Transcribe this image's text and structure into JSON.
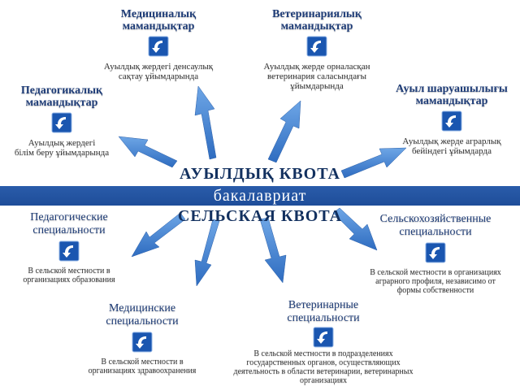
{
  "center": {
    "kz_title": "АУЫЛДЫҚ КВОТА",
    "subtitle": "бакалавриат",
    "ru_title": "СЕЛЬСКАЯ КВОТА"
  },
  "kz_nodes": {
    "medical": {
      "title_l1": "Медициналық",
      "title_l2": "мамандықтар",
      "desc_l1": "Ауылдық жердегі денсаулық",
      "desc_l2": "сақтау ұйымдарында"
    },
    "veterinary": {
      "title_l1": "Ветеринариялық",
      "title_l2": "мамандықтар",
      "desc_l1": "Ауылдық жерде орналасқан",
      "desc_l2": "ветеринария саласындағы",
      "desc_l3": "ұйымдарында"
    },
    "pedagogical": {
      "title_l1": "Педагогикалық",
      "title_l2": "мамандықтар",
      "desc_l1": "Ауылдық жердегі",
      "desc_l2": "білім беру ұйымдарында"
    },
    "agricultural": {
      "title_l1": "Ауыл шаруашылығы",
      "title_l2": "мамандықтар",
      "desc_l1": "Ауылдық жерде аграрлық",
      "desc_l2": "бейіндегі ұйымдарда"
    }
  },
  "ru_nodes": {
    "pedagogical": {
      "title_l1": "Педагогические",
      "title_l2": "специальности",
      "desc_l1": "В сельской местности в",
      "desc_l2": "организациях образования"
    },
    "medical": {
      "title_l1": "Медицинские",
      "title_l2": "специальности",
      "desc_l1": "В сельской местности в",
      "desc_l2": "организациях здравоохранения"
    },
    "veterinary": {
      "title_l1": "Ветеринарные",
      "title_l2": "специальности",
      "desc_l1": "В сельской местности в подразделениях",
      "desc_l2": "государственных органов, осуществляющих",
      "desc_l3": "деятельность в области ветеринарии, ветеринарных",
      "desc_l4": "организациях"
    },
    "agricultural": {
      "title_l1": "Сельскохозяйственные",
      "title_l2": "специальности",
      "desc_l1": "В сельской местности в организациях",
      "desc_l2": "аграрного профиля, независимо от",
      "desc_l3": "формы собственности"
    }
  },
  "colors": {
    "band": "#1e4d99",
    "title_text": "#1f3d78",
    "arrow": "#3f7fd0",
    "icon": "#1a56b0"
  },
  "icon_name": "curved-arrow-down-icon"
}
